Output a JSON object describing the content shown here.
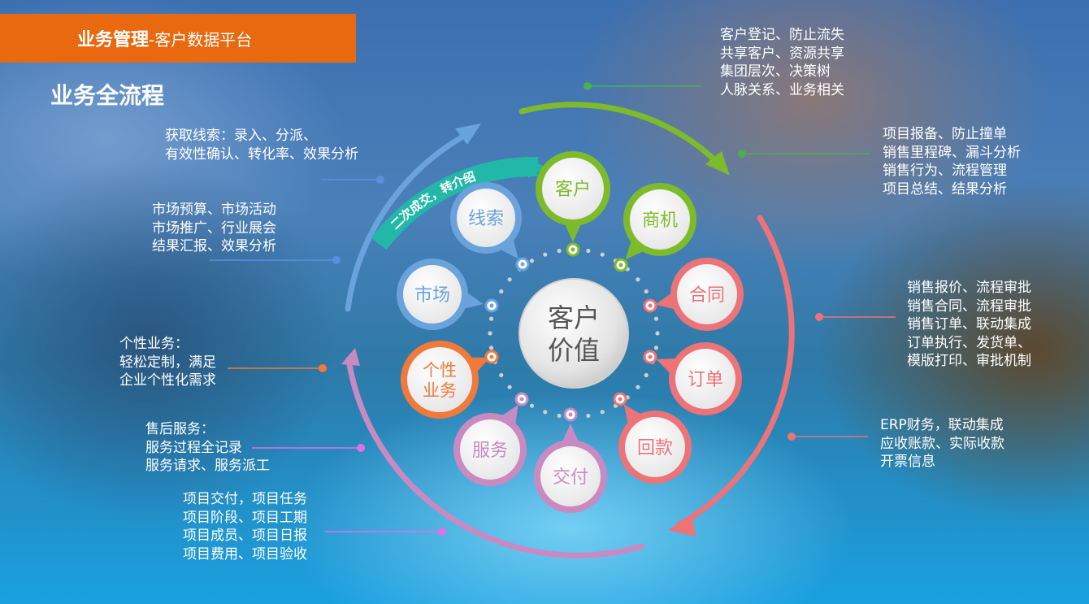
{
  "header": {
    "title_bold": "业务管理",
    "title_rest": "-客户数据平台"
  },
  "section_title": "业务全流程",
  "center": {
    "line1": "客户",
    "line2": "价值"
  },
  "arc_label": "二次成交，转介绍",
  "nodes": [
    {
      "key": "customer",
      "label": "客户",
      "color": "#7dbb2b"
    },
    {
      "key": "opportunity",
      "label": "商机",
      "color": "#7dbb2b"
    },
    {
      "key": "contract",
      "label": "合同",
      "color": "#ec7378"
    },
    {
      "key": "order",
      "label": "订单",
      "color": "#ec7378"
    },
    {
      "key": "payment",
      "label": "回款",
      "color": "#ec7378"
    },
    {
      "key": "delivery",
      "label": "交付",
      "color": "#c98ac2"
    },
    {
      "key": "service",
      "label": "服务",
      "color": "#c98ac2"
    },
    {
      "key": "custom",
      "label": "个性\n业务",
      "color": "#f07a3b"
    },
    {
      "key": "market",
      "label": "市场",
      "color": "#6aa3dc"
    },
    {
      "key": "leads",
      "label": "线索",
      "color": "#6aa3dc"
    }
  ],
  "notes": {
    "customer": "客户登记、防止流失\n共享客户、资源共享\n集团层次、决策树\n人脉关系、业务相关",
    "opportunity": "项目报备、防止撞单\n销售里程碑、漏斗分析\n销售行为、流程管理\n项目总结、结果分析",
    "contract": "销售报价、流程审批\n销售合同、流程审批\n销售订单、联动集成\n订单执行、发货单、\n模版打印、审批机制",
    "payment": "ERP财务，联动集成\n应收账款、实际收款\n开票信息",
    "leads": "获取线索：录入、分派、\n有效性确认、转化率、效果分析",
    "market": "市场预算、市场活动\n市场推广、行业展会\n结果汇报、效果分析",
    "custom": "个性业务：\n轻松定制，满足\n企业个性化需求",
    "service": "售后服务：\n服务过程全记录\n服务请求、服务派工",
    "delivery": "项目交付，项目任务\n项目阶段、项目工期\n项目成员、项目日报\n项目费用、项目验收"
  },
  "colors": {
    "header_bg": "#e8690f",
    "green": "#7dbb2b",
    "red": "#ec7378",
    "purple": "#c98ac2",
    "blue": "#6aa3dc",
    "orange": "#f07a3b",
    "teal": "#22b8a8",
    "connector_green": "#4caf50",
    "connector_blue": "#5a8fe0",
    "connector_orange": "#f07a3b",
    "connector_pink": "#e070e8"
  }
}
